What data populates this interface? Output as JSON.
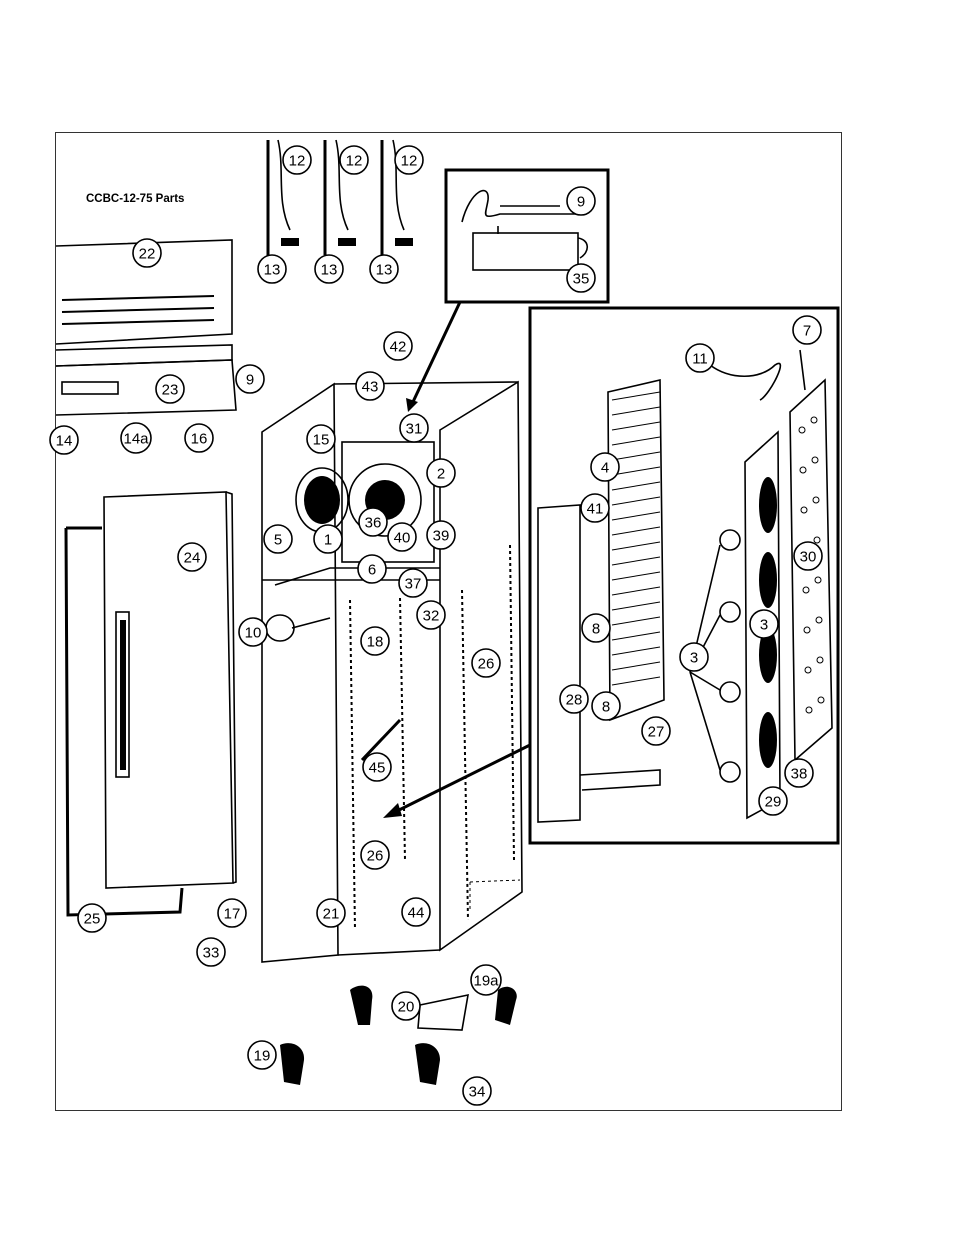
{
  "diagram": {
    "title": "CCBC-12-75 Parts",
    "callouts": [
      {
        "label": "12"
      },
      {
        "label": "12"
      },
      {
        "label": "12"
      },
      {
        "label": "13"
      },
      {
        "label": "13"
      },
      {
        "label": "13"
      },
      {
        "label": "22"
      },
      {
        "label": "9"
      },
      {
        "label": "35"
      },
      {
        "label": "42"
      },
      {
        "label": "43"
      },
      {
        "label": "23"
      },
      {
        "label": "9"
      },
      {
        "label": "14"
      },
      {
        "label": "14a"
      },
      {
        "label": "16"
      },
      {
        "label": "15"
      },
      {
        "label": "31"
      },
      {
        "label": "2"
      },
      {
        "label": "36"
      },
      {
        "label": "1"
      },
      {
        "label": "5"
      },
      {
        "label": "40"
      },
      {
        "label": "39"
      },
      {
        "label": "6"
      },
      {
        "label": "37"
      },
      {
        "label": "32"
      },
      {
        "label": "24"
      },
      {
        "label": "10"
      },
      {
        "label": "18"
      },
      {
        "label": "26"
      },
      {
        "label": "45"
      },
      {
        "label": "26"
      },
      {
        "label": "21"
      },
      {
        "label": "44"
      },
      {
        "label": "25"
      },
      {
        "label": "17"
      },
      {
        "label": "33"
      },
      {
        "label": "19a"
      },
      {
        "label": "20"
      },
      {
        "label": "19"
      },
      {
        "label": "34"
      },
      {
        "label": "7"
      },
      {
        "label": "11"
      },
      {
        "label": "4"
      },
      {
        "label": "41"
      },
      {
        "label": "30"
      },
      {
        "label": "3"
      },
      {
        "label": "8"
      },
      {
        "label": "3"
      },
      {
        "label": "28"
      },
      {
        "label": "8"
      },
      {
        "label": "27"
      },
      {
        "label": "38"
      },
      {
        "label": "29"
      }
    ]
  }
}
